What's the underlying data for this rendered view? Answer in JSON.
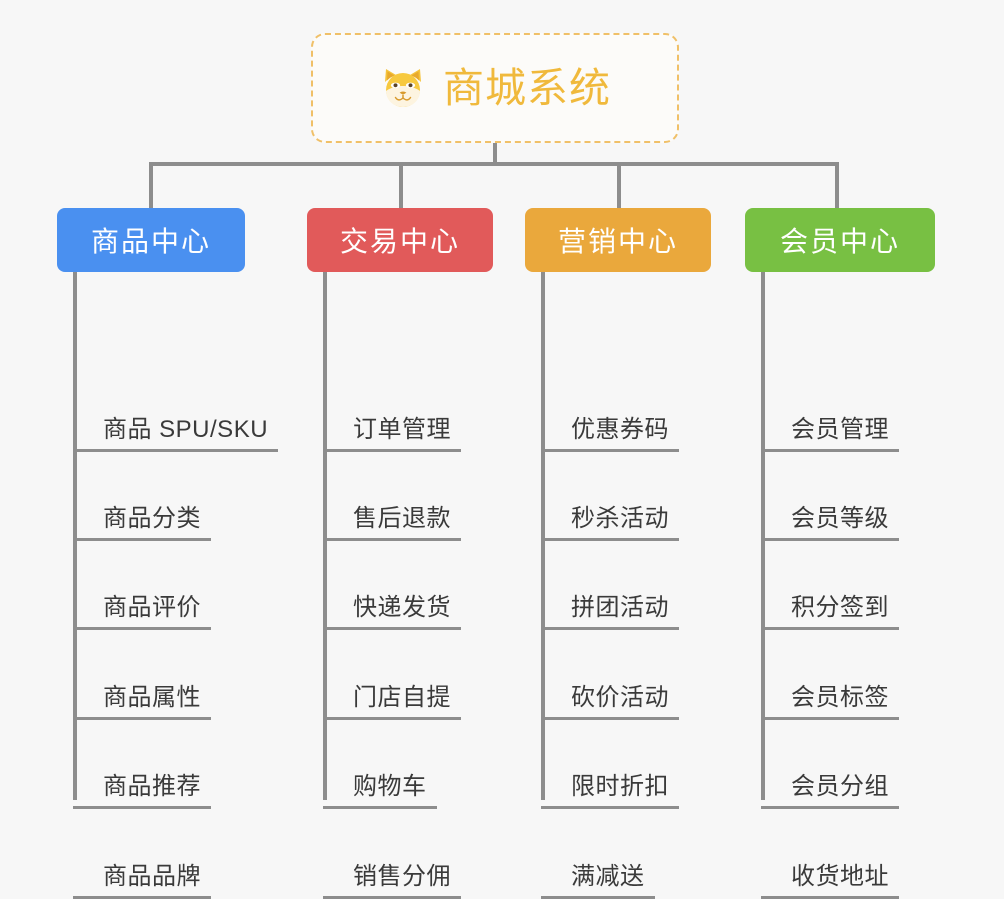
{
  "diagram": {
    "type": "mindmap-tree",
    "background_color": "#f7f7f7",
    "root": {
      "label": "商城系统",
      "icon": "dog-face-icon",
      "text_color": "#f0b93c",
      "border_color": "#f0c068",
      "border_style": "dashed"
    },
    "connector_color": "#8d8d8d",
    "branches": [
      {
        "label": "商品中心",
        "color": "#4a90f0",
        "color_name": "blue",
        "items": [
          "商品 SPU/SKU",
          "商品分类",
          "商品评价",
          "商品属性",
          "商品推荐",
          "商品品牌"
        ]
      },
      {
        "label": "交易中心",
        "color": "#e15a5a",
        "color_name": "red",
        "items": [
          "订单管理",
          "售后退款",
          "快递发货",
          "门店自提",
          "购物车",
          "销售分佣"
        ]
      },
      {
        "label": "营销中心",
        "color": "#eaa83c",
        "color_name": "orange",
        "items": [
          "优惠券码",
          "秒杀活动",
          "拼团活动",
          "砍价活动",
          "限时折扣",
          "满减送"
        ]
      },
      {
        "label": "会员中心",
        "color": "#78c043",
        "color_name": "green",
        "items": [
          "会员管理",
          "会员等级",
          "积分签到",
          "会员标签",
          "会员分组",
          "收货地址"
        ]
      }
    ]
  }
}
